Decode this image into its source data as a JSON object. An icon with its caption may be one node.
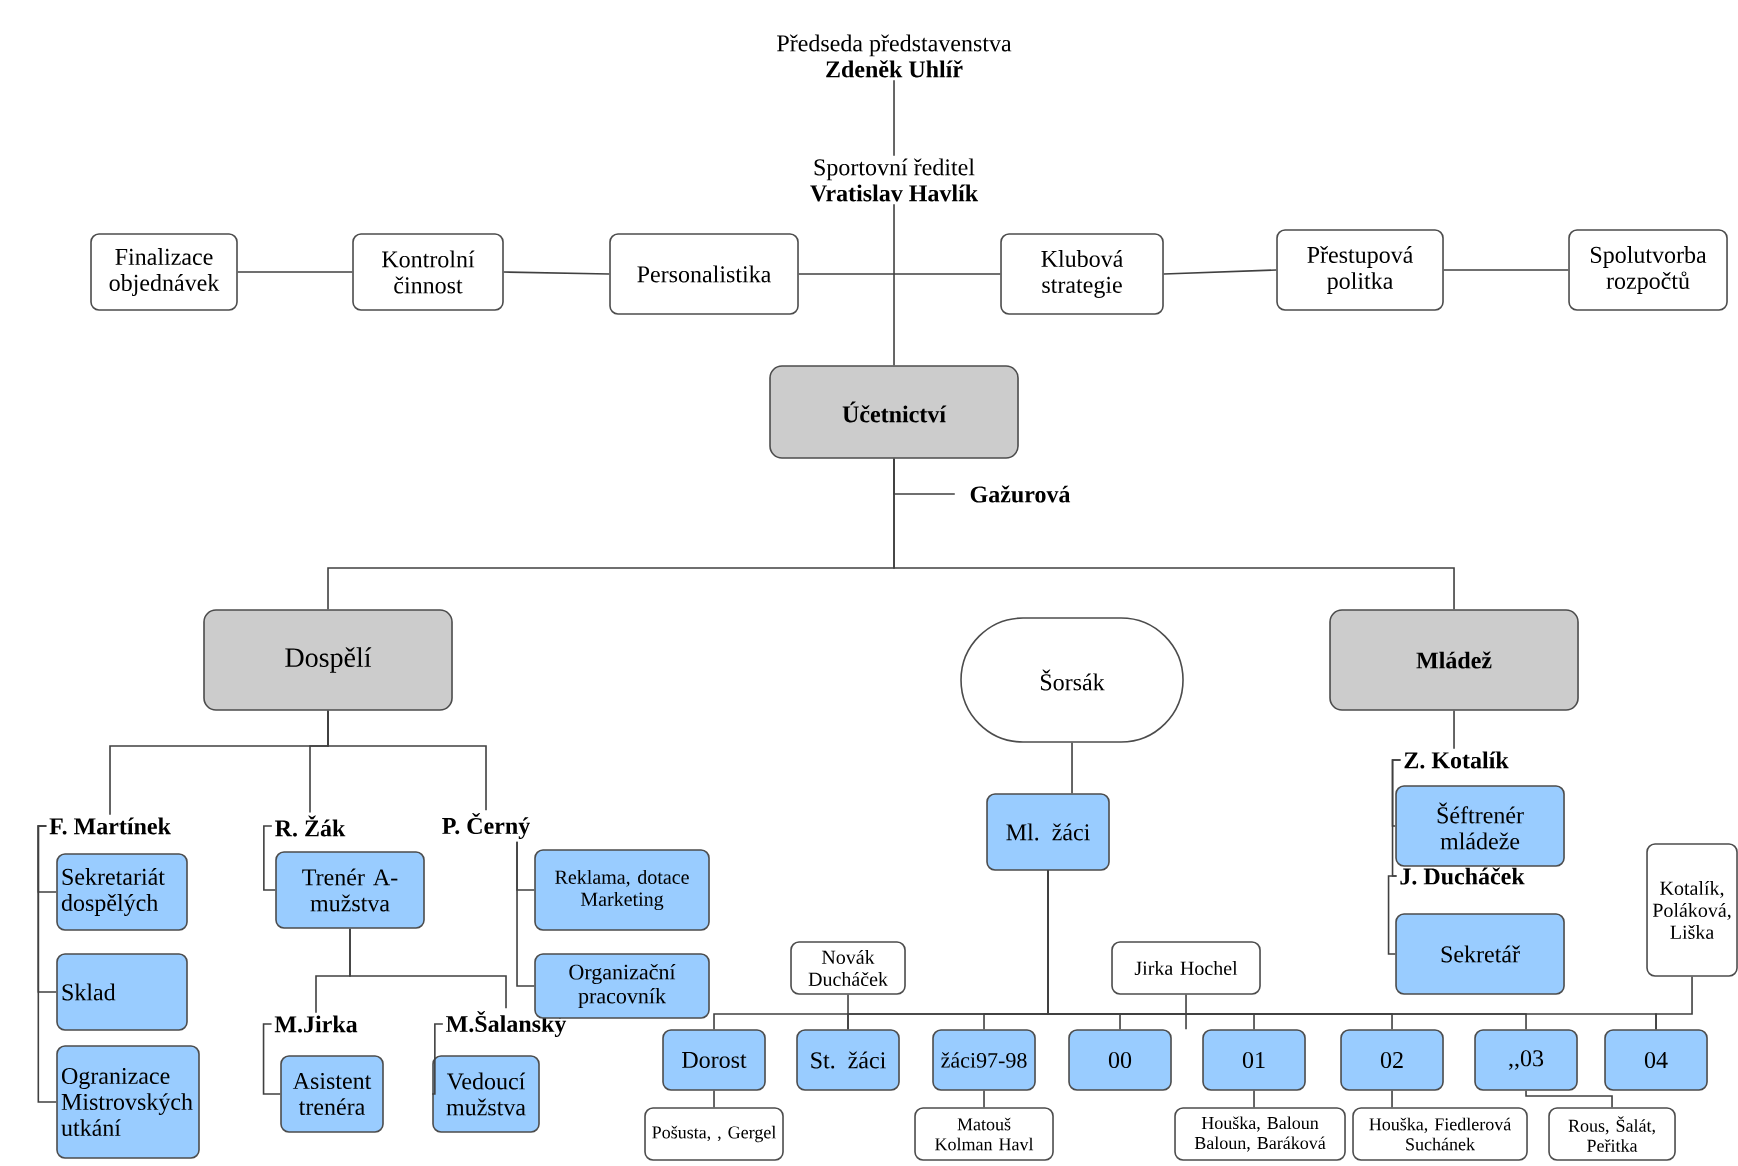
{
  "diagram": {
    "nodes": [
      {
        "text": [
          "Předseda představenstva",
          "Zdeněk Uhlíř"
        ]
      },
      {
        "text": [
          "Sportovní ředitel",
          "Vratislav Havlík"
        ]
      },
      {
        "text": [
          "Finalizace objednávek"
        ]
      },
      {
        "text": [
          "Kontrolní činnost"
        ]
      },
      {
        "text": [
          "Personalistika"
        ]
      },
      {
        "text": [
          "Klubová strategie"
        ]
      },
      {
        "text": [
          "Přestupová politka"
        ]
      },
      {
        "text": [
          "Spolutvorba rozpočtů"
        ]
      },
      {
        "text": [
          "Účetnictví"
        ]
      },
      {
        "text": [
          "Gažurová"
        ]
      },
      {
        "text": [
          "Dospělí"
        ]
      },
      {
        "text": [
          "Šorsák"
        ]
      },
      {
        "text": [
          "Mládež"
        ]
      },
      {
        "text": [
          "F. Martínek"
        ]
      },
      {
        "text": [
          "Sekretariát dospělých"
        ]
      },
      {
        "text": [
          "Sklad"
        ]
      },
      {
        "text": [
          "Ogranizace Mistrovských utkání"
        ]
      },
      {
        "text": [
          "R. Žák"
        ]
      },
      {
        "text": [
          "Trenér A- mužstva"
        ]
      },
      {
        "text": [
          "M.Jirka"
        ]
      },
      {
        "text": [
          "Asistent trenéra"
        ]
      },
      {
        "text": [
          "M.Šalanský"
        ]
      },
      {
        "text": [
          "Vedoucí mužstva"
        ]
      },
      {
        "text": [
          "P. Černý"
        ]
      },
      {
        "text": [
          "Reklama, dotace Marketing"
        ]
      },
      {
        "text": [
          "Organizační pracovník"
        ]
      },
      {
        "text": [
          "Ml. žáci"
        ]
      },
      {
        "text": [
          "Z. Kotalík"
        ]
      },
      {
        "text": [
          "Šéftrenér mládeže"
        ]
      },
      {
        "text": [
          "J. Ducháček"
        ]
      },
      {
        "text": [
          "Sekretář"
        ]
      },
      {
        "text": [
          "Novák Ducháček"
        ]
      },
      {
        "text": [
          "Jirka Hochel"
        ]
      },
      {
        "text": [
          "Kotalík, Poláková, Liška"
        ]
      },
      {
        "text": [
          "Dorost"
        ]
      },
      {
        "text": [
          "St. žáci"
        ]
      },
      {
        "text": [
          "žáci97-98"
        ]
      },
      {
        "text": [
          "00"
        ]
      },
      {
        "text": [
          "01"
        ]
      },
      {
        "text": [
          "02"
        ]
      },
      {
        "text": [
          ",,03"
        ]
      },
      {
        "text": [
          "04"
        ]
      },
      {
        "text": [
          "Pošusta, , Gergel"
        ]
      },
      {
        "text": [
          "Matouš Kolman Havl"
        ]
      },
      {
        "text": [
          "Houška, Baloun Baloun, Baráková"
        ]
      },
      {
        "text": [
          "Houška, Fiedlerová Suchánek"
        ]
      },
      {
        "text": [
          "Rous, Šalát, Peřitka"
        ]
      }
    ],
    "edges": [
      {
        "from": 0,
        "to": 1,
        "arrow": "none"
      },
      {
        "from": 1,
        "to": 8,
        "arrow": "none"
      },
      {
        "from": 2,
        "to": 3,
        "arrow": "none"
      },
      {
        "from": 3,
        "to": 4,
        "arrow": "none"
      },
      {
        "from": 4,
        "to": 5,
        "arrow": "none"
      },
      {
        "from": 5,
        "to": 6,
        "arrow": "none"
      },
      {
        "from": 6,
        "to": 7,
        "arrow": "none"
      },
      {
        "from": 8,
        "to": 9,
        "arrow": "none"
      },
      {
        "from": 8,
        "to": 10,
        "arrow": "none"
      },
      {
        "from": 8,
        "to": 12,
        "arrow": "none"
      },
      {
        "from": 11,
        "to": 26,
        "arrow": "none"
      },
      {
        "from": 10,
        "to": 13,
        "arrow": "none"
      },
      {
        "from": 10,
        "to": 17,
        "arrow": "none"
      },
      {
        "from": 10,
        "to": 23,
        "arrow": "none"
      },
      {
        "from": 13,
        "to": 14,
        "arrow": "none"
      },
      {
        "from": 13,
        "to": 15,
        "arrow": "none"
      },
      {
        "from": 13,
        "to": 16,
        "arrow": "none"
      },
      {
        "from": 17,
        "to": 18,
        "arrow": "none"
      },
      {
        "from": 18,
        "to": 19,
        "arrow": "none"
      },
      {
        "from": 18,
        "to": 21,
        "arrow": "none"
      },
      {
        "from": 19,
        "to": 20,
        "arrow": "none"
      },
      {
        "from": 21,
        "to": 22,
        "arrow": "none"
      },
      {
        "from": 23,
        "to": 24,
        "arrow": "none"
      },
      {
        "from": 23,
        "to": 25,
        "arrow": "none"
      },
      {
        "from": 12,
        "to": 27,
        "arrow": "none"
      },
      {
        "from": 27,
        "to": 28,
        "arrow": "none"
      },
      {
        "from": 27,
        "to": 29,
        "arrow": "none"
      },
      {
        "from": 29,
        "to": 30,
        "arrow": "none"
      },
      {
        "from": 26,
        "to": 34,
        "arrow": "none"
      },
      {
        "from": 26,
        "to": 35,
        "arrow": "none"
      },
      {
        "from": 26,
        "to": 36,
        "arrow": "none"
      },
      {
        "from": 26,
        "to": 37,
        "arrow": "none"
      },
      {
        "from": 26,
        "to": 38,
        "arrow": "none"
      },
      {
        "from": 26,
        "to": 39,
        "arrow": "none"
      },
      {
        "from": 26,
        "to": 40,
        "arrow": "none"
      },
      {
        "from": 26,
        "to": 41,
        "arrow": "none"
      },
      {
        "from": 31,
        "to": 35,
        "arrow": "none"
      },
      {
        "from": 32,
        "to": 37,
        "arrow": "none"
      },
      {
        "from": 33,
        "to": 41,
        "arrow": "none"
      },
      {
        "from": 34,
        "to": 42,
        "arrow": "none"
      },
      {
        "from": 36,
        "to": 43,
        "arrow": "none"
      },
      {
        "from": 38,
        "to": 44,
        "arrow": "none"
      },
      {
        "from": 39,
        "to": 45,
        "arrow": "none"
      },
      {
        "from": 40,
        "to": 46,
        "arrow": "none"
      }
    ]
  }
}
